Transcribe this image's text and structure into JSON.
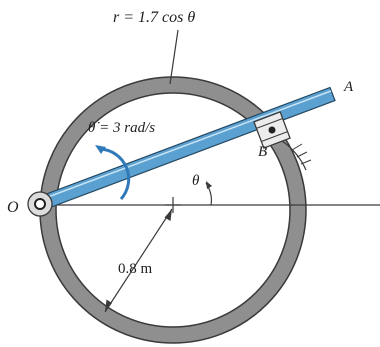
{
  "labels": {
    "equation": "r = 1.7 cos θ",
    "angular_velocity": "θ̇ = 3 rad/s",
    "point_a": "A",
    "point_b": "B",
    "point_o": "O",
    "angle": "θ",
    "radius": "0.8 m"
  },
  "colors": {
    "ring": "#8f8f8f",
    "ring_edge": "#3a3a3a",
    "rod": "#5aa0d0",
    "rod_edge": "#23465f",
    "arrow": "#2f79b8",
    "line": "#3a3a3a",
    "text": "#1e1e1e"
  }
}
